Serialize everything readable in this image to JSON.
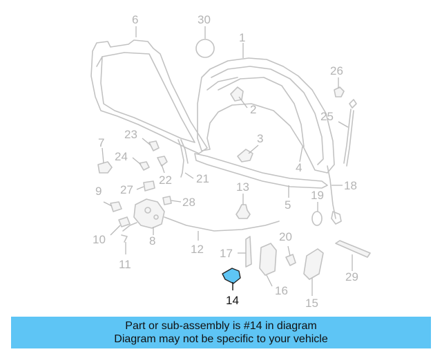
{
  "diagram": {
    "labels": [
      "1",
      "2",
      "3",
      "4",
      "5",
      "6",
      "7",
      "8",
      "9",
      "10",
      "11",
      "12",
      "13",
      "14",
      "15",
      "16",
      "17",
      "18",
      "19",
      "20",
      "21",
      "22",
      "23",
      "24",
      "25",
      "26",
      "27",
      "28",
      "29",
      "30"
    ],
    "highlighted_part": "14",
    "colors": {
      "highlight": "#5ec5f5",
      "line_art": "#c2c2c2",
      "label": "#b4b4b4",
      "highlight_label": "#111111"
    }
  },
  "banner": {
    "line1": "Part or sub-assembly is #14 in diagram",
    "line2": "Diagram may not be specific to your vehicle",
    "background": "#5ec5f5"
  }
}
